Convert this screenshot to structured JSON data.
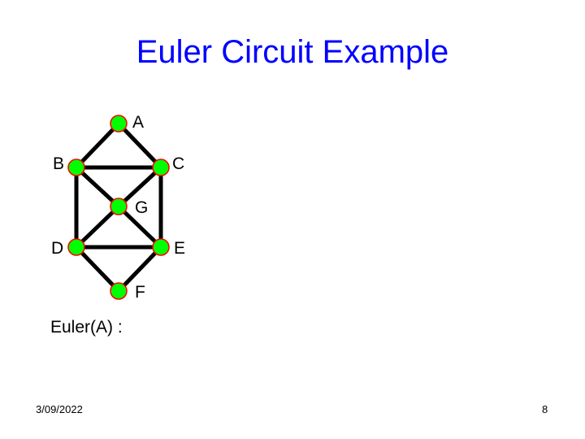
{
  "slide": {
    "title": "Euler Circuit Example",
    "euler_label": "Euler(A) :",
    "date": "3/09/2022",
    "page_number": "8"
  },
  "graph": {
    "node_color": "#00ff00",
    "node_border_color": "#ff0000",
    "edge_color": "#000000",
    "nodes": [
      {
        "id": "A",
        "label": "A"
      },
      {
        "id": "B",
        "label": "B"
      },
      {
        "id": "C",
        "label": "C"
      },
      {
        "id": "G",
        "label": "G"
      },
      {
        "id": "D",
        "label": "D"
      },
      {
        "id": "E",
        "label": "E"
      },
      {
        "id": "F",
        "label": "F"
      }
    ],
    "edges": [
      [
        "A",
        "B"
      ],
      [
        "A",
        "C"
      ],
      [
        "B",
        "C"
      ],
      [
        "B",
        "D"
      ],
      [
        "B",
        "G"
      ],
      [
        "C",
        "G"
      ],
      [
        "C",
        "E"
      ],
      [
        "G",
        "D"
      ],
      [
        "G",
        "E"
      ],
      [
        "D",
        "E"
      ],
      [
        "D",
        "F"
      ],
      [
        "E",
        "F"
      ]
    ]
  }
}
